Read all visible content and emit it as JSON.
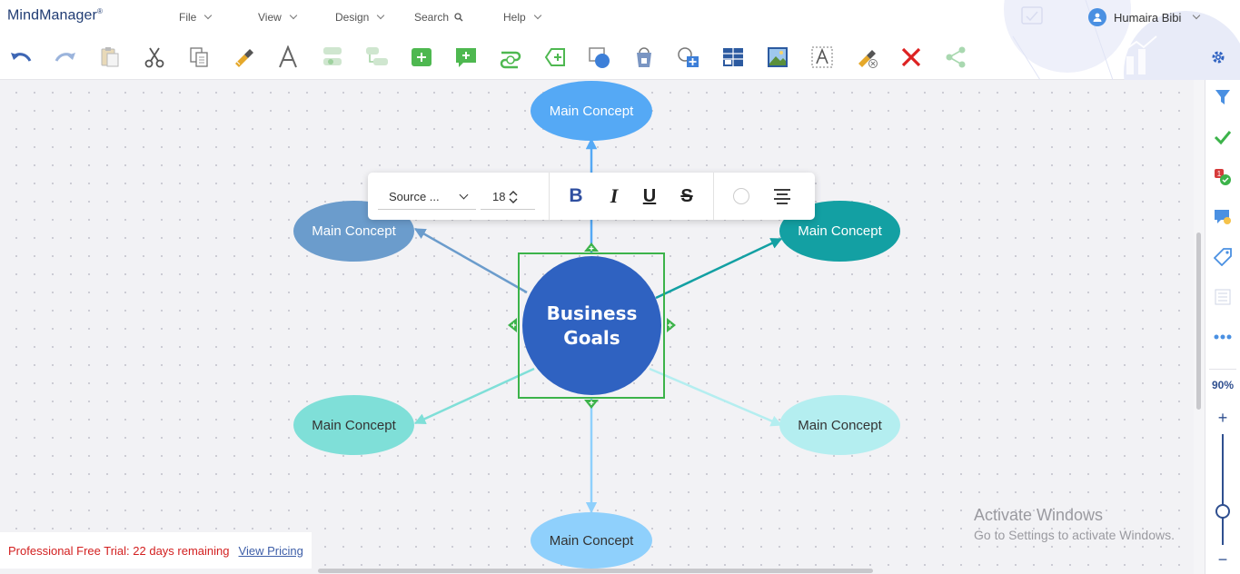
{
  "app": {
    "logo": "MindManager",
    "logo_mark": "®"
  },
  "menu": [
    {
      "label": "File",
      "has_chevron": true
    },
    {
      "label": "View",
      "has_chevron": true
    },
    {
      "label": "Design",
      "has_chevron": true
    },
    {
      "label": "Search",
      "has_chevron": false
    },
    {
      "label": "Help",
      "has_chevron": true
    }
  ],
  "user": {
    "name": "Humaira Bibi"
  },
  "toolbar_icons": [
    "undo-icon",
    "redo-icon",
    "paste-icon",
    "cut-icon",
    "copy-icon",
    "format-painter-icon",
    "text-style-icon",
    "add-subtopic-icon",
    "add-topic-icon",
    "add-callout-icon",
    "add-comment-icon",
    "add-relationship-icon",
    "add-boundary-icon",
    "shape-icon",
    "fill-icon",
    "add-image-shape-icon",
    "insert-table-icon",
    "insert-image-icon",
    "text-box-icon",
    "clear-format-icon",
    "delete-icon",
    "share-icon"
  ],
  "format_toolbar": {
    "font": "Source ...",
    "size": "18",
    "bold": "B",
    "italic": "I",
    "underline": "U",
    "strike": "S"
  },
  "map": {
    "center": {
      "label_line1": "Business",
      "label_line2": "Goals",
      "color": "#2f62c1"
    },
    "topics": [
      {
        "id": "top",
        "label": "Main Concept",
        "color": "#55a9f5",
        "text_color": "#ffffff"
      },
      {
        "id": "upper-left",
        "label": "Main Concept",
        "color": "#6b9ccc",
        "text_color": "#ffffff"
      },
      {
        "id": "upper-right",
        "label": "Main Concept",
        "color": "#13a0a3",
        "text_color": "#ffffff"
      },
      {
        "id": "lower-left",
        "label": "Main Concept",
        "color": "#7fdfd8",
        "text_color": "#333333"
      },
      {
        "id": "lower-right",
        "label": "Main Concept",
        "color": "#b4eef0",
        "text_color": "#333333"
      },
      {
        "id": "bottom",
        "label": "Main Concept",
        "color": "#8fd0fc",
        "text_color": "#333333"
      }
    ],
    "selection_color": "#3cb34a"
  },
  "right_panel": {
    "icons": [
      "filter-icon",
      "task-check-icon",
      "priority-icon",
      "comment-icon",
      "tag-icon",
      "list-icon",
      "more-icon"
    ],
    "zoom": "90%",
    "zoom_in": "+",
    "zoom_out": "−",
    "zoom_level": 0.3
  },
  "trial": {
    "text": "Professional Free Trial: 22 days remaining",
    "link": "View Pricing"
  },
  "watermark": {
    "line1": "Activate Windows",
    "line2": "Go to Settings to activate Windows."
  }
}
